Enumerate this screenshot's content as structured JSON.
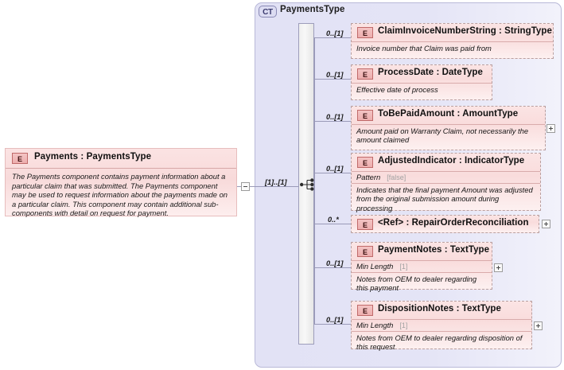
{
  "diagram": {
    "kind": "xsd-schema-diagram",
    "complex_type": {
      "badge": "CT",
      "name": "PaymentsType"
    },
    "root_element": {
      "badge": "E",
      "title": "Payments : PaymentsType",
      "name": "Payments",
      "type": "PaymentsType",
      "description": "The Payments component contains payment information about a particular claim that was submitted. The Payments component may be used to request information about the payments made on a particular claim.  This component may contain additional sub-components with detail on request for payment.",
      "toggle": "minus"
    },
    "sequence": {
      "cardinality": "[1]..[1]",
      "icon": "sequence-icon"
    },
    "children": [
      {
        "badge": "E",
        "cardinality": "0..[1]",
        "title": "ClaimInvoiceNumberString : StringType",
        "name": "ClaimInvoiceNumberString",
        "type": "StringType",
        "description": "Invoice number that Claim was paid from",
        "facet": null,
        "toggle": null
      },
      {
        "badge": "E",
        "cardinality": "0..[1]",
        "title": "ProcessDate : DateType",
        "name": "ProcessDate",
        "type": "DateType",
        "description": "Effective date of process",
        "facet": null,
        "toggle": null
      },
      {
        "badge": "E",
        "cardinality": "0..[1]",
        "title": "ToBePaidAmount : AmountType",
        "name": "ToBePaidAmount",
        "type": "AmountType",
        "description": "Amount paid on Warranty Claim, not necessarily the amount claimed",
        "facet": null,
        "toggle": "plus"
      },
      {
        "badge": "E",
        "cardinality": "0..[1]",
        "title": "AdjustedIndicator : IndicatorType",
        "name": "AdjustedIndicator",
        "type": "IndicatorType",
        "description": "Indicates that the final payment Amount was adjusted from the original submission amount during processing",
        "facet": {
          "label": "Pattern",
          "value": "[false]"
        },
        "toggle": null
      },
      {
        "badge": "E",
        "cardinality": "0..*",
        "title": "<Ref>    : RepairOrderReconciliation",
        "name": "<Ref>",
        "type": "RepairOrderReconciliation",
        "description": null,
        "facet": null,
        "toggle": "plus",
        "is_ref": true
      },
      {
        "badge": "E",
        "cardinality": "0..[1]",
        "title": "PaymentNotes : TextType",
        "name": "PaymentNotes",
        "type": "TextType",
        "description": "Notes from OEM to dealer regarding this payment",
        "facet": {
          "label": "Min Length",
          "value": "[1]"
        },
        "toggle": "plus"
      },
      {
        "badge": "E",
        "cardinality": "0..[1]",
        "title": "DispositionNotes : TextType",
        "name": "DispositionNotes",
        "type": "TextType",
        "description": "Notes from OEM to dealer regarding disposition of this request",
        "facet": {
          "label": "Min Length",
          "value": "[1]"
        },
        "toggle": "plus"
      }
    ],
    "colors": {
      "element_fill": "#fbe4e4",
      "element_border": "#b9a0a0",
      "container_fill": "#e2e2f5",
      "container_border": "#b9b9d8",
      "badge_border": "#c06a6a",
      "line": "#9a9ab8"
    }
  }
}
